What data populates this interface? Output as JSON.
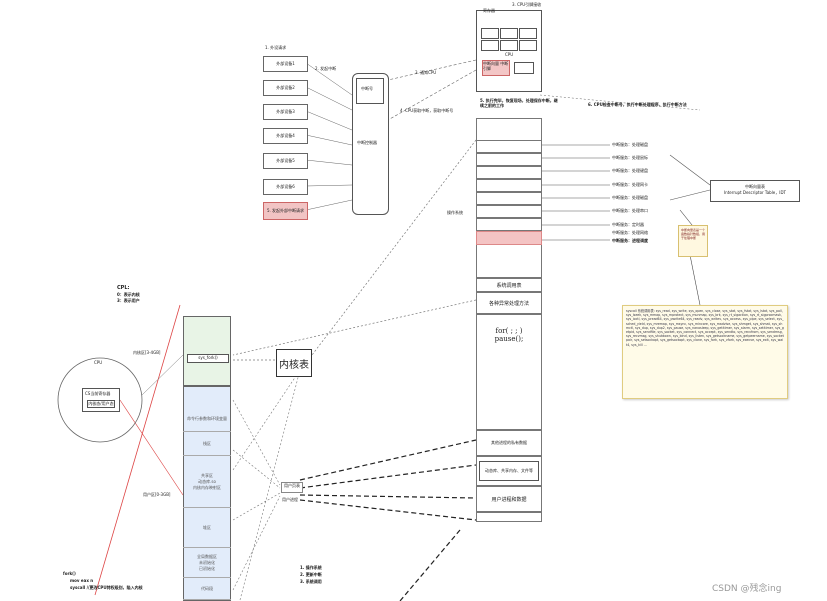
{
  "title": "内核表",
  "top": {
    "cpu_label": "CPU",
    "registers_label": "寄存器",
    "interrupt_pin_label": "3. CPU引脚接收",
    "cpu_box_text": "中断向量 中断引脚",
    "mid_label": "中断控制器"
  },
  "left_top": {
    "step1": "1. 外设请求",
    "step2": "2. 发起中断",
    "step3": "3. 通知CPU",
    "step4": "4. CPU获取中断，获取中断号",
    "devices": [
      "外部设备1",
      "外部设备2",
      "外部设备3",
      "外部设备4",
      "外部设备5",
      "外部设备6"
    ],
    "red_device": "5. 发起外部中断请求",
    "controller_top": "中断号",
    "controller_label": "中断控制器"
  },
  "steps": {
    "s5": "5. 执行完毕，恢复现场，处理保存中断，继续之前的工作",
    "s6": "6. CPU检查中断号，执行中断处理程序，执行中断方法"
  },
  "table_label": "操作系统",
  "entries": [
    "中断服务：处理磁盘",
    "中断服务：处理鼠标",
    "中断服务：处理键盘",
    "中断服务：处理网卡",
    "中断服务：处理磁盘",
    "中断服务：处理串口",
    "中断服务：定时器",
    "中断服务：处理网络",
    "中断服务：进程调度"
  ],
  "right_note": {
    "title": "中断向量表",
    "text": "Interrupt Descriptor Table，IDT"
  },
  "sticky_note": "中断向量表是一个函数指针数组，用于处理中断",
  "code_note": "syscall 系统调用表: sys_read, sys_write, sys_open, sys_close, sys_stat, sys_fstat, sys_lstat, sys_poll, sys_lseek, sys_mmap, sys_mprotect, sys_munmap, sys_brk, sys_rt_sigaction, sys_rt_sigprocmask, sys_ioctl, sys_pread64, sys_pwrite64, sys_readv, sys_writev, sys_access, sys_pipe, sys_select, sys_sched_yield, sys_mremap, sys_msync, sys_mincore, sys_madvise, sys_shmget, sys_shmat, sys_shmctl, sys_dup, sys_dup2, sys_pause, sys_nanosleep, sys_getitimer, sys_alarm, sys_setitimer, sys_getpid, sys_sendfile, sys_socket, sys_connect, sys_accept, sys_sendto, sys_recvfrom, sys_sendmsg, sys_recvmsg, sys_shutdown, sys_bind, sys_listen, sys_getsockname, sys_getpeername, sys_socketpair, sys_setsockopt, sys_getsockopt, sys_clone, sys_fork, sys_vfork, sys_execve, sys_exit, sys_wait4, sys_kill ...",
  "os_segments": {
    "syscall_table": "系统调用表",
    "exception_methods": "各种异常处理方法",
    "loop": "for( ; ; )\npause();",
    "kernel_data": "其他进程的私有数据",
    "shared": "动态库、共享内存、文件等",
    "user_data": "用户进程和数据"
  },
  "cpl": {
    "title": "CPL:",
    "zero": "0：表示内核",
    "three": "3：表示用户"
  },
  "memory": {
    "kernel_space": "内核区[3-4GB]",
    "user_space": "用户区[0-3GB]",
    "segments": [
      "sys_fork()",
      "命令行参数和环境变量",
      "栈区",
      "共享区\n动态库.so\n内核内存映射区",
      "堆区",
      "全局数据区\n未初始化\n已初始化",
      "代码段"
    ]
  },
  "circle": {
    "label": "CPU",
    "inner1": "CS当前寄存器",
    "inner2": "内核态/用户态"
  },
  "small_labels": {
    "user_table": "用户页表",
    "user_proc": "用户进程",
    "os_label": "操作系统"
  },
  "code_bottom": {
    "line1": "fork()",
    "line2": "mov eax n",
    "line3": "syscall //更改CPU特权级别，陷入内核"
  },
  "bottom_steps": {
    "a": "1. 操作系统",
    "b": "2. 更新中断",
    "c": "3. 系统调用"
  },
  "watermark": "CSDN @残念ing"
}
